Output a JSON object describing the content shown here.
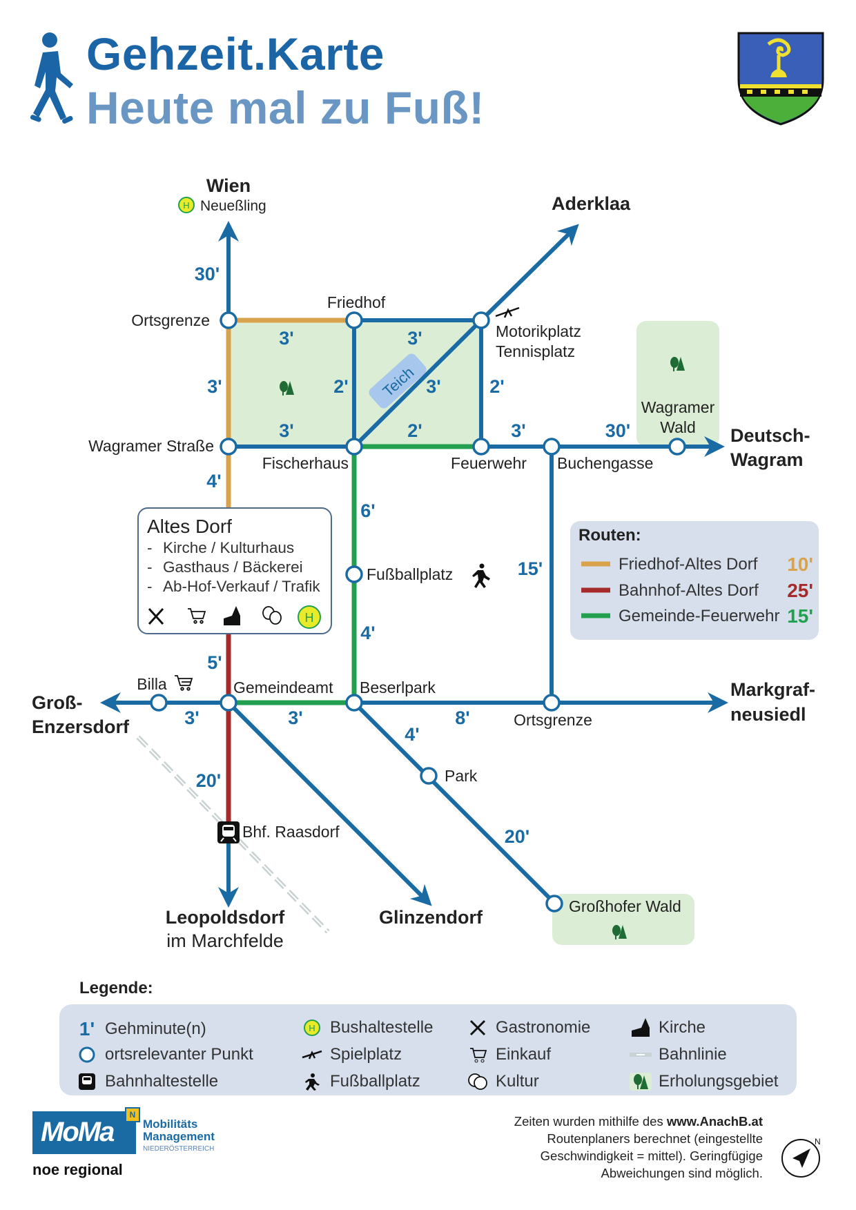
{
  "header": {
    "title": "Gehzeit.Karte",
    "subtitle": "Heute mal zu Fuß!",
    "icon": "walking-person-icon",
    "coat_of_arms": "municipal-coat-of-arms"
  },
  "colors": {
    "line_blue": "#1a6aa3",
    "route_friedhof": "#d9a24c",
    "route_bahnhof": "#a52a2a",
    "route_gemeinde": "#22a050",
    "recreation_fill": "#dcedd6",
    "tree_green": "#1f6b35",
    "title_blue": "#1b65a6",
    "subtitle_blue": "#6a96c4",
    "legend_bg": "#d6dfeb",
    "teich_blue": "#a7c8ec",
    "bus_yellow": "#e8ea2a"
  },
  "destinations": {
    "wien": "Wien",
    "wien_bus": "Neueßling",
    "aderklaa": "Aderklaa",
    "deutsch_wagram_1": "Deutsch-",
    "deutsch_wagram_2": "Wagram",
    "markgraf_1": "Markgraf-",
    "markgraf_2": "neusiedl",
    "gross_1": "Groß-",
    "gross_2": "Enzersdorf",
    "leopoldsdorf_1": "Leopoldsdorf",
    "leopoldsdorf_2": "im Marchfelde",
    "glinzendorf": "Glinzendorf"
  },
  "stops": {
    "ortsgrenze_n": "Ortsgrenze",
    "friedhof": "Friedhof",
    "motorikplatz": "Motorikplatz",
    "tennisplatz": "Tennisplatz",
    "wagramer_strasse": "Wagramer Straße",
    "fischerhaus": "Fischerhaus",
    "feuerwehr": "Feuerwehr",
    "buchengasse": "Buchengasse",
    "wagramer_wald_1": "Wagramer",
    "wagramer_wald_2": "Wald",
    "fussballplatz": "Fußballplatz",
    "billa": "Billa",
    "gemeindeamt": "Gemeindeamt",
    "beserlpark": "Beserlpark",
    "ortsgrenze_o": "Ortsgrenze",
    "park": "Park",
    "bhf_raasdorf": "Bhf. Raasdorf",
    "grosshofer_wald": "Großhofer Wald",
    "teich": "Teich"
  },
  "minutes": {
    "wien": "30'",
    "ortsgrenze_friedhof": "3'",
    "friedhof_motorik": "3'",
    "ortsgrenze_wagramer": "3'",
    "friedhof_fischer": "2'",
    "diagonal": "3'",
    "motorik_feuerwehr": "2'",
    "wagramer_fischer": "3'",
    "fischer_feuerwehr": "2'",
    "feuerwehr_buchengasse": "3'",
    "buchengasse_wald": "30'",
    "wagramer_altesdorf": "4'",
    "fischer_fussball": "6'",
    "fussball_beserl": "4'",
    "buchengasse_ortsgrenze": "15'",
    "altesdorf_gemeinde": "5'",
    "billa_gemeinde": "3'",
    "gemeinde_beserl": "3'",
    "beserl_ortsgrenze": "8'",
    "beserl_park": "4'",
    "gemeinde_bhf": "20'",
    "park_grosshofer": "20'"
  },
  "altes_dorf": {
    "title": "Altes Dorf",
    "items": [
      "Kirche / Kulturhaus",
      "Gasthaus / Bäckerei",
      "Ab-Hof-Verkauf / Trafik"
    ],
    "icons": [
      "gastronomie-icon",
      "einkauf-icon",
      "kirche-icon",
      "kultur-icon",
      "bushaltestelle-icon"
    ]
  },
  "routes": {
    "title": "Routen:",
    "items": [
      {
        "name": "Friedhof-Altes Dorf",
        "time": "10'",
        "color": "#d9a24c"
      },
      {
        "name": "Bahnhof-Altes Dorf",
        "time": "25'",
        "color": "#a52a2a"
      },
      {
        "name": "Gemeinde-Feuerwehr",
        "time": "15'",
        "color": "#22a050"
      }
    ]
  },
  "legend": {
    "title": "Legende:",
    "items": [
      {
        "icon": "minute-icon",
        "symbol": "1'",
        "label": "Gehminute(n)"
      },
      {
        "icon": "point-icon",
        "label": "ortsrelevanter Punkt"
      },
      {
        "icon": "train-station-icon",
        "label": "Bahnhaltestelle"
      },
      {
        "icon": "bus-stop-icon",
        "label": "Bushaltestelle"
      },
      {
        "icon": "playground-icon",
        "label": "Spielplatz"
      },
      {
        "icon": "football-icon",
        "label": "Fußballplatz"
      },
      {
        "icon": "gastronomy-icon",
        "label": "Gastronomie"
      },
      {
        "icon": "shopping-cart-icon",
        "label": "Einkauf"
      },
      {
        "icon": "theater-masks-icon",
        "label": "Kultur"
      },
      {
        "icon": "church-icon",
        "label": "Kirche"
      },
      {
        "icon": "railway-icon",
        "label": "Bahnlinie"
      },
      {
        "icon": "trees-icon",
        "label": "Erholungsgebiet"
      }
    ]
  },
  "footer": {
    "logo_main": "MoMa",
    "logo_line1": "Mobilitäts",
    "logo_line2": "Management",
    "logo_line3": "NIEDERÖSTERREICH",
    "noe_regional": "noe regional",
    "note_prefix": "Zeiten wurden mithilfe des ",
    "note_link": "www.AnachB.at",
    "note_line2": "Routenplaners berechnet (eingestellte",
    "note_line3": "Geschwindigkeit = mittel). Geringfügige",
    "note_line4": "Abweichungen sind möglich.",
    "compass": "north-compass-icon"
  }
}
